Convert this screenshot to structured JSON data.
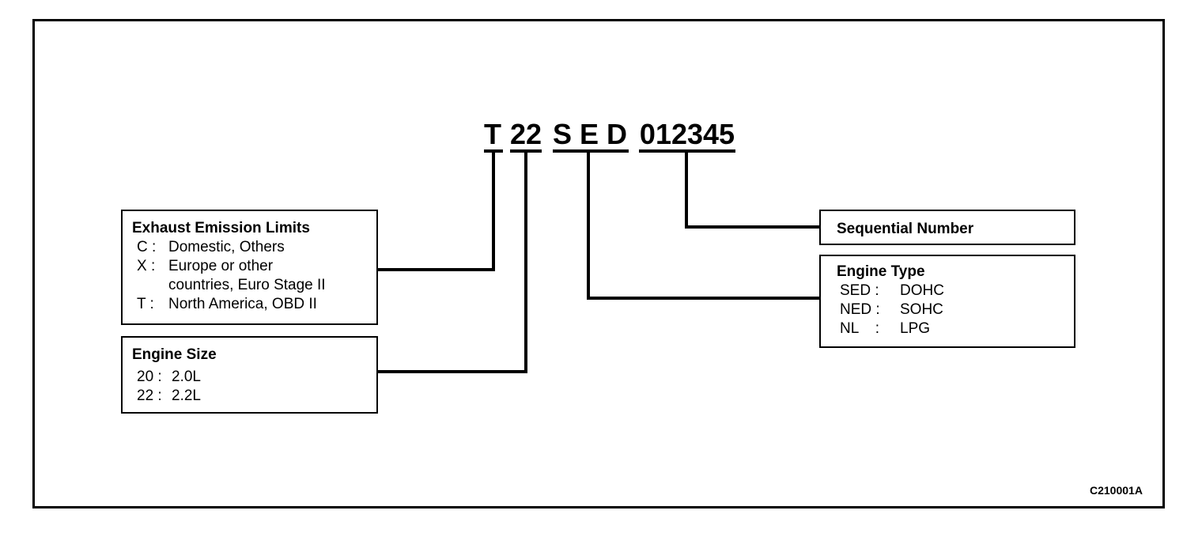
{
  "code": {
    "t": "T",
    "size": "22",
    "type": "S E D",
    "serial": "012345"
  },
  "boxes": {
    "emission": {
      "title": "Exhaust Emission Limits",
      "rows": [
        {
          "key": "C :",
          "val": "Domestic, Others"
        },
        {
          "key": "X :",
          "val": "Europe or other"
        },
        {
          "key": "",
          "val": "countries, Euro Stage II"
        },
        {
          "key": "T :",
          "val": "North America, OBD II"
        }
      ]
    },
    "size": {
      "title": "Engine Size",
      "rows": [
        {
          "key": "20 :",
          "val": "2.0L"
        },
        {
          "key": "22 :",
          "val": "2.2L"
        }
      ]
    },
    "sequential": {
      "title": "Sequential Number"
    },
    "engine_type": {
      "title": "Engine Type",
      "rows": [
        {
          "key": "SED :",
          "val": "DOHC"
        },
        {
          "key": "NED :",
          "val": "SOHC"
        },
        {
          "key": "NL    :",
          "val": "LPG"
        }
      ]
    }
  },
  "figure_ref": "C210001A"
}
